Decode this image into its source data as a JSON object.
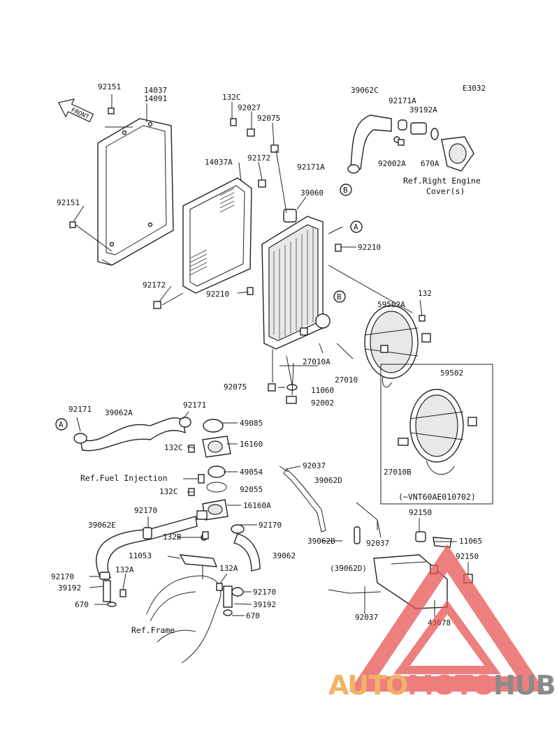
{
  "diagram_code": "E3032",
  "front_label": "FRONT",
  "part_labels": [
    {
      "id": "p92151a",
      "text": "92151"
    },
    {
      "id": "p14037",
      "text": "14037"
    },
    {
      "id": "p14091",
      "text": "14091"
    },
    {
      "id": "p132c_top",
      "text": "132C"
    },
    {
      "id": "p92027",
      "text": "92027"
    },
    {
      "id": "p92075_top",
      "text": "92075"
    },
    {
      "id": "p39062c",
      "text": "39062C"
    },
    {
      "id": "p92171a_top",
      "text": "92171A"
    },
    {
      "id": "p39192a",
      "text": "39192A"
    },
    {
      "id": "p14037a",
      "text": "14037A"
    },
    {
      "id": "p92172_top",
      "text": "92172"
    },
    {
      "id": "p92171a_mid",
      "text": "92171A"
    },
    {
      "id": "p92002a",
      "text": "92002A"
    },
    {
      "id": "p670a",
      "text": "670A"
    },
    {
      "id": "p92151b",
      "text": "92151"
    },
    {
      "id": "p39060",
      "text": "39060"
    },
    {
      "id": "p92210_r",
      "text": "92210"
    },
    {
      "id": "p92172_bot",
      "text": "92172"
    },
    {
      "id": "p92210_l",
      "text": "92210"
    },
    {
      "id": "p132_fan",
      "text": "132"
    },
    {
      "id": "p59502a",
      "text": "59502A"
    },
    {
      "id": "p27010a",
      "text": "27010A"
    },
    {
      "id": "p27010",
      "text": "27010"
    },
    {
      "id": "p92075_bot",
      "text": "92075"
    },
    {
      "id": "p11060",
      "text": "11060"
    },
    {
      "id": "p92002",
      "text": "92002"
    },
    {
      "id": "p59502",
      "text": "59502"
    },
    {
      "id": "p92171_l",
      "text": "92171"
    },
    {
      "id": "p39062a",
      "text": "39062A"
    },
    {
      "id": "p92171_r",
      "text": "92171"
    },
    {
      "id": "p49085",
      "text": "49085"
    },
    {
      "id": "p132c_1",
      "text": "132C"
    },
    {
      "id": "p16160",
      "text": "16160"
    },
    {
      "id": "p49054",
      "text": "49054"
    },
    {
      "id": "p92037_top",
      "text": "92037"
    },
    {
      "id": "p39062d",
      "text": "39062D"
    },
    {
      "id": "p27010b",
      "text": "27010B"
    },
    {
      "id": "p92055",
      "text": "92055"
    },
    {
      "id": "p132c_2",
      "text": "132C"
    },
    {
      "id": "p16160a",
      "text": "16160A"
    },
    {
      "id": "p92170_top",
      "text": "92170"
    },
    {
      "id": "p92170_mid",
      "text": "92170"
    },
    {
      "id": "p39062e",
      "text": "39062E"
    },
    {
      "id": "p132b",
      "text": "132B"
    },
    {
      "id": "p11053",
      "text": "11053"
    },
    {
      "id": "p39062",
      "text": "39062"
    },
    {
      "id": "p92150_a",
      "text": "92150"
    },
    {
      "id": "p39062b",
      "text": "39062B"
    },
    {
      "id": "p92037_mid",
      "text": "92037"
    },
    {
      "id": "p11065",
      "text": "11065"
    },
    {
      "id": "p92150_b",
      "text": "92150"
    },
    {
      "id": "p92170_l",
      "text": "92170"
    },
    {
      "id": "p132a_l",
      "text": "132A"
    },
    {
      "id": "p39192_l",
      "text": "39192"
    },
    {
      "id": "p670_l",
      "text": "670"
    },
    {
      "id": "p132a_r",
      "text": "132A"
    },
    {
      "id": "p92170_r",
      "text": "92170"
    },
    {
      "id": "p39192_r",
      "text": "39192"
    },
    {
      "id": "p670_r",
      "text": "670"
    },
    {
      "id": "p39062d_paren",
      "text": "(39062D)"
    },
    {
      "id": "p92037_bot",
      "text": "92037"
    },
    {
      "id": "p43078",
      "text": "43078"
    }
  ],
  "references": {
    "engine_cover_1": "Ref.Right Engine",
    "engine_cover_2": "Cover(s)",
    "fuel_injection": "Ref.Fuel Injection",
    "frame": "Ref.Frame",
    "serial_range": "(~VNT60AE010702)"
  },
  "callouts": {
    "a": "A",
    "b": "B"
  },
  "watermark": {
    "text_auto": "AUTO",
    "text_moto": "MOTO",
    "text_hub": "HUB",
    "color_auto": "#f2b366",
    "color_moto": "#ef7d7d",
    "color_hub": "#8a8a8a",
    "triangle_color": "#e85555"
  }
}
